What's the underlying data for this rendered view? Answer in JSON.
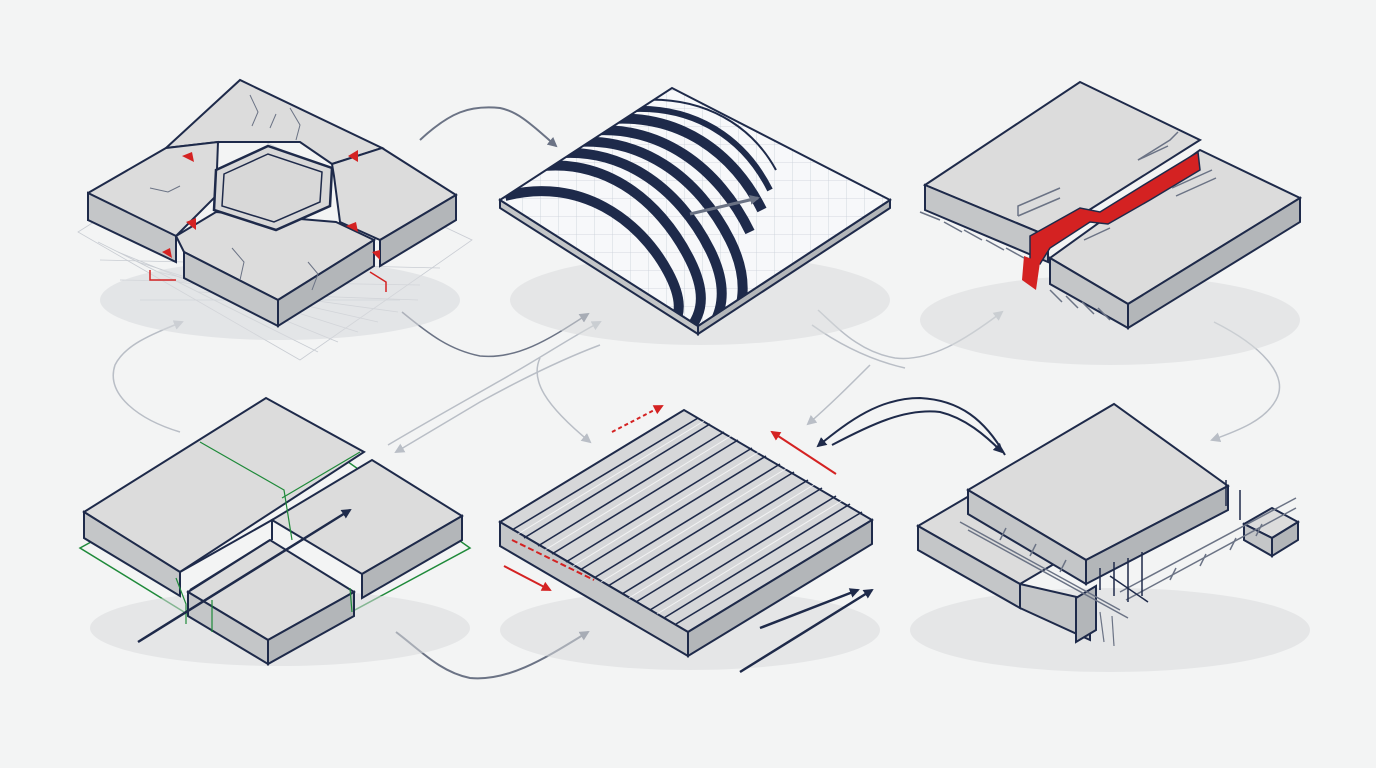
{
  "colors": {
    "background": "#f3f4f4",
    "concrete_top": "#dcdcdc",
    "concrete_side_left": "#c4c6c8",
    "concrete_side_right": "#b3b6b9",
    "outline_navy": "#1e2a4a",
    "accent_red": "#d42222",
    "accent_green": "#1f8a3a",
    "flow_arrow": "#6b7385",
    "faint_arrow": "#b9bec6",
    "shadow": "#cfd1d4"
  },
  "panels": [
    {
      "id": "hexagonal-crack-joint-slab",
      "icon": "hexagon-joint-icon",
      "accent": "red"
    },
    {
      "id": "curved-wave-pattern-slab",
      "icon": "curved-wave-icon",
      "accent": "navy"
    },
    {
      "id": "keyed-joint-with-dowels-slab",
      "icon": "dowel-key-icon",
      "accent": "red"
    },
    {
      "id": "saw-cut-stepped-joint-slab",
      "icon": "stepped-joint-icon",
      "accent": "green"
    },
    {
      "id": "corrugated-ribbed-slab",
      "icon": "corrugated-icon",
      "accent": "red"
    },
    {
      "id": "edge-beam-rebar-slab",
      "icon": "rebar-beam-icon",
      "accent": "navy"
    }
  ]
}
